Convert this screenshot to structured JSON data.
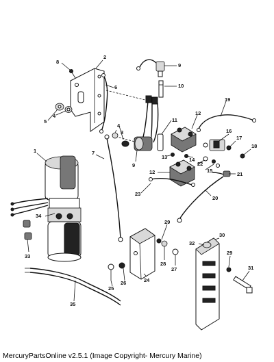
{
  "footer": {
    "caption": "MercuryPartsOnline v2.5.1 (Image Copyright- Mercury Marine)"
  },
  "callouts": {
    "c1": "1",
    "c2": "2",
    "c3": "3",
    "c4a": "4",
    "c4b": "4",
    "c5": "5",
    "c6": "6",
    "c7": "7",
    "c8": "8",
    "c9a": "9",
    "c9b": "9",
    "c10": "10",
    "c11": "11",
    "c12a": "12",
    "c12b": "12",
    "c13": "13",
    "c14": "14",
    "c15": "15",
    "c16": "16",
    "c17": "17",
    "c18": "18",
    "c19": "19",
    "c20": "20",
    "c21": "21",
    "c22": "22",
    "c23": "23",
    "c24": "24",
    "c25": "25",
    "c26": "26",
    "c27": "27",
    "c28": "28",
    "c29a": "29",
    "c29b": "29",
    "c30": "30",
    "c31": "31",
    "c32": "32",
    "c33": "33",
    "c34": "34",
    "c35": "35"
  }
}
